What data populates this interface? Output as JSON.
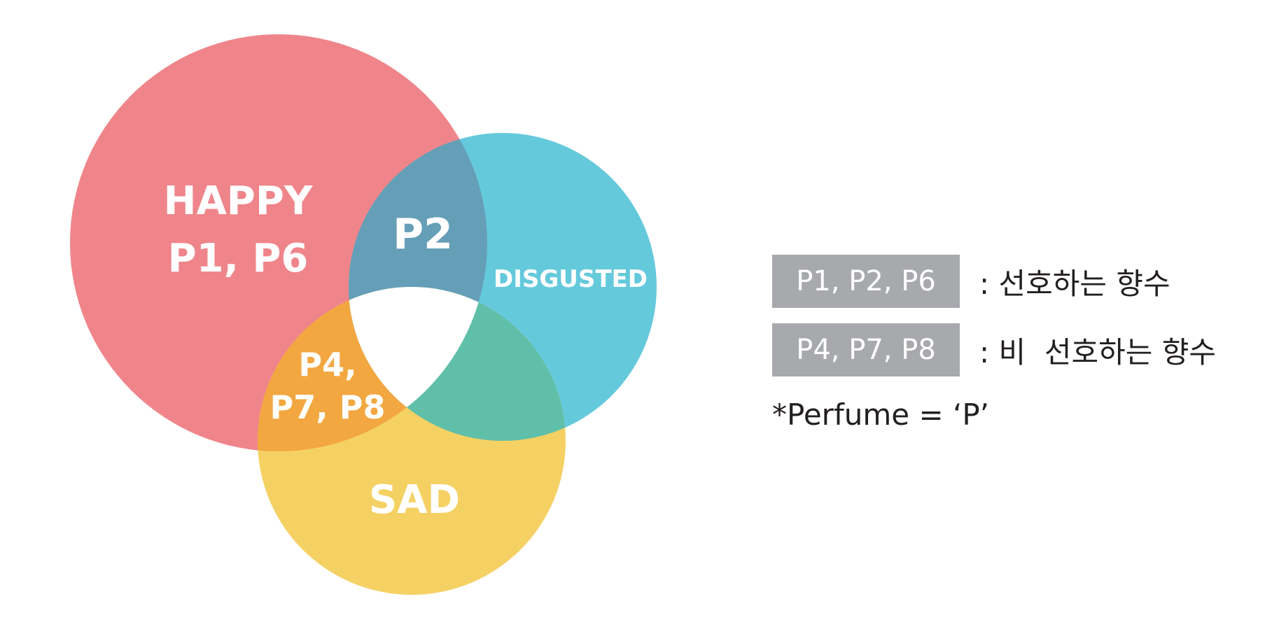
{
  "venn": {
    "sets": [
      {
        "name": "HAPPY",
        "color": "#ef858a"
      },
      {
        "name": "DISGUSTED",
        "color": "#65c9dc"
      },
      {
        "name": "SAD",
        "color": "#f5d164"
      }
    ],
    "overlap_colors": {
      "happy_disgusted": "#659fb7",
      "happy_sad": "#f3a741",
      "disgusted_sad": "#60bfa9",
      "all": "#ffffff"
    },
    "labels": {
      "happy_line1": "HAPPY",
      "happy_line2": "P1, P6",
      "happy_disgusted": "P2",
      "disgusted": "DISGUSTED",
      "happy_sad_line1": "P4,",
      "happy_sad_line2": "P7, P8",
      "sad": "SAD"
    }
  },
  "legend": {
    "items": [
      {
        "box": "P1, P2, P6",
        "text": ": 선호하는 향수",
        "box_color": "#a7a9ac"
      },
      {
        "box": "P4, P7, P8",
        "text": ": 비  선호하는 향수",
        "box_color": "#a7a9ac"
      }
    ],
    "note": "*Perfume = ‘P’"
  }
}
